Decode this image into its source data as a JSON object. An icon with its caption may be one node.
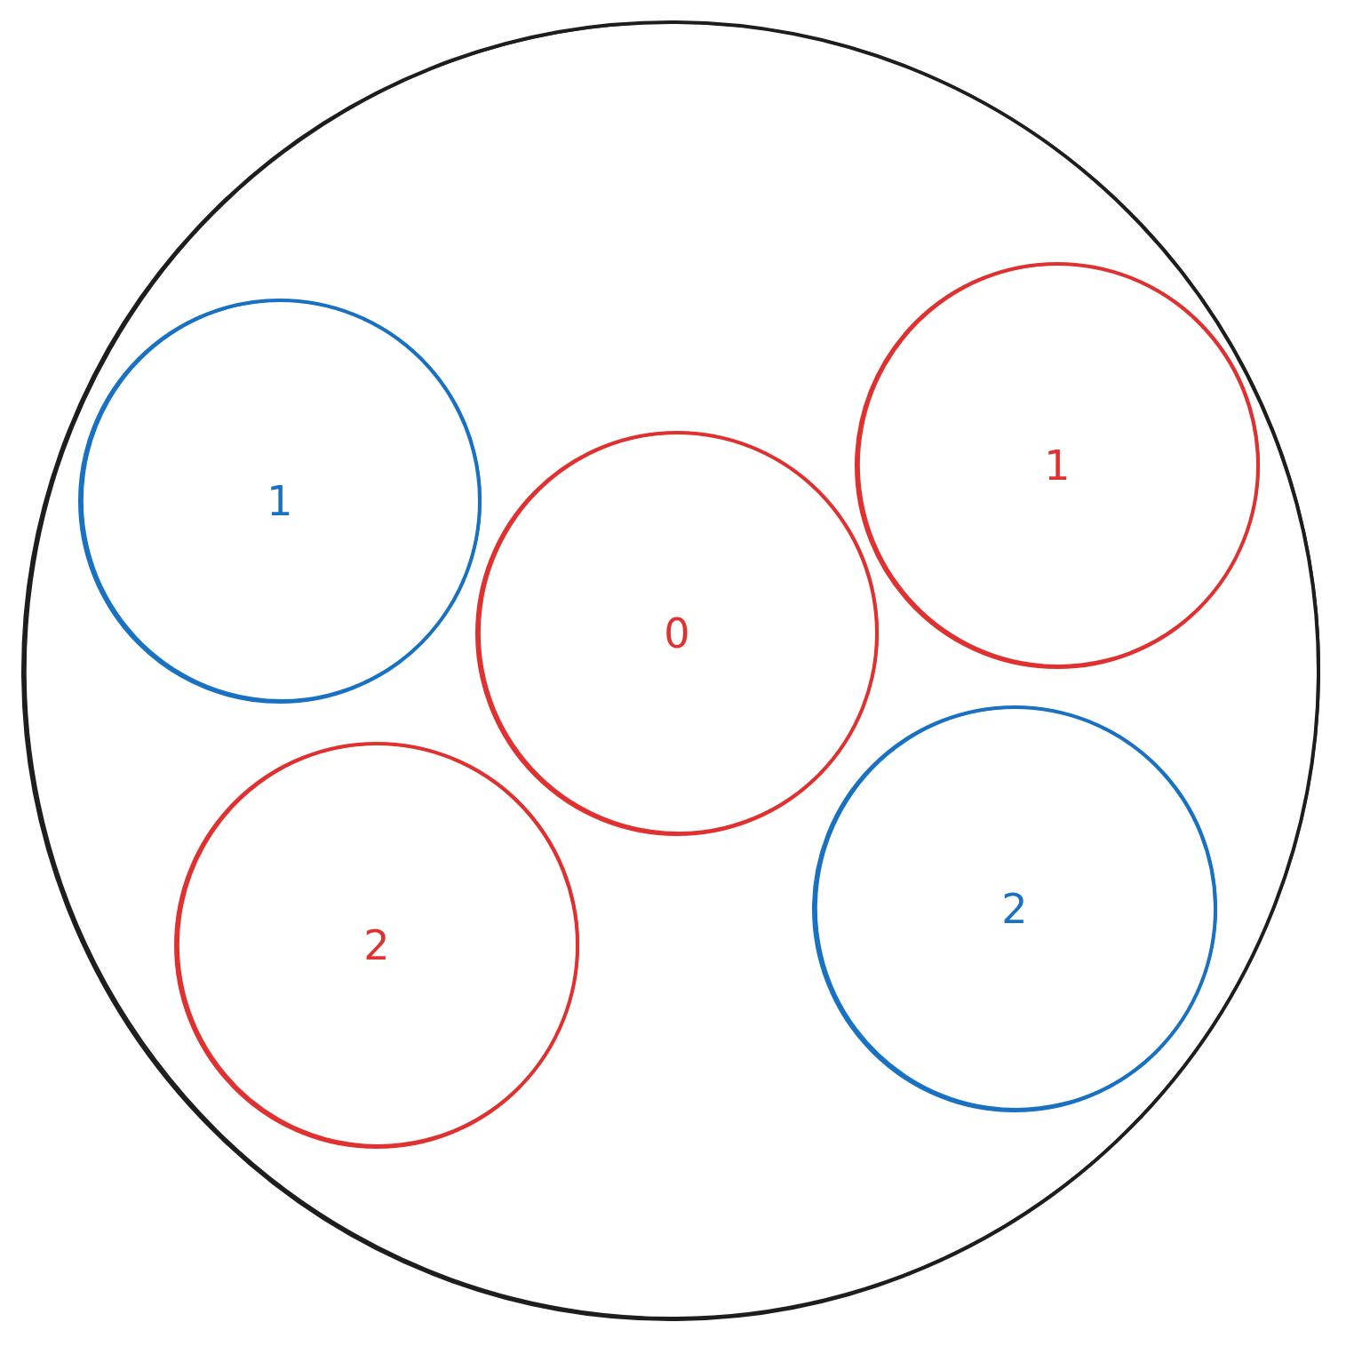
{
  "diagram": {
    "nodes": [
      {
        "text": [],
        "shape": "circle"
      },
      {
        "text": [
          "1"
        ],
        "in": 0
      },
      {
        "text": [
          "1"
        ],
        "in": 0
      },
      {
        "text": [
          "0"
        ],
        "in": 0
      },
      {
        "text": [
          "2"
        ],
        "in": 0
      },
      {
        "text": [
          "2"
        ],
        "in": 0
      }
    ],
    "edges": []
  }
}
